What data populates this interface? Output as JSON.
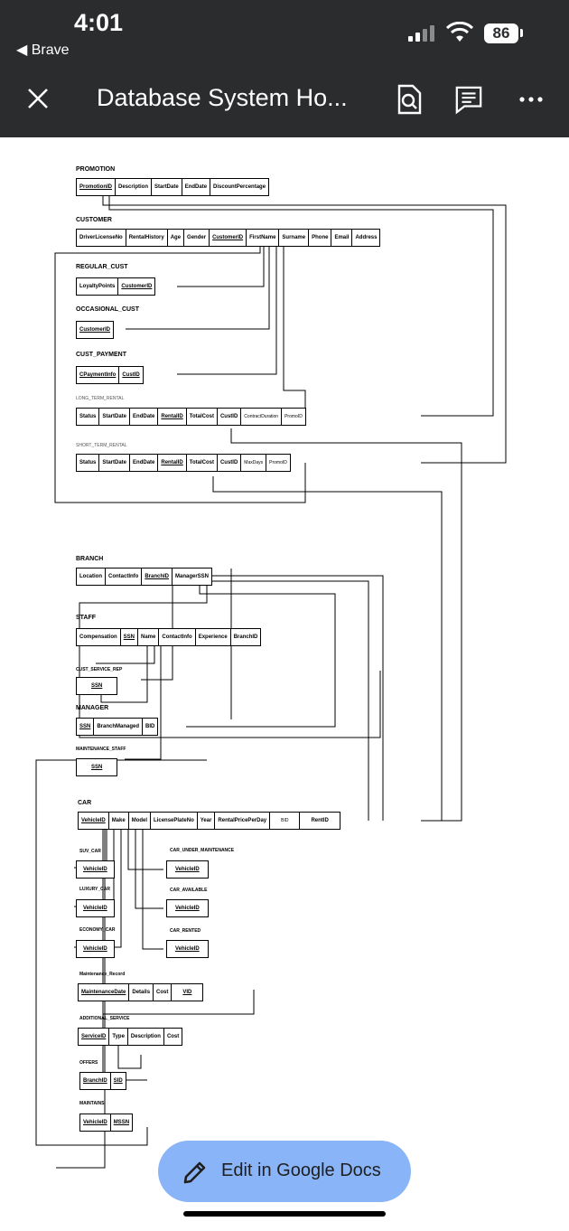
{
  "status": {
    "time": "4:01",
    "back_app": "◀ Brave",
    "battery": "86"
  },
  "toolbar": {
    "title": "Database System Ho..."
  },
  "icons": {
    "close": "close-icon",
    "find": "find-in-page-icon",
    "comments": "comment-icon",
    "more": "more-vert-icon",
    "edit": "pencil-icon"
  },
  "diagram": {
    "promotion": {
      "title": "PROMOTION",
      "cols": [
        "PromotionID",
        "Description",
        "StartDate",
        "EndDate",
        "DiscountPercentage"
      ]
    },
    "customer": {
      "title": "CUSTOMER",
      "cols": [
        "DriverLicenseNo",
        "RentalHistory",
        "Age",
        "Gender",
        "CustomerID",
        "FirstName",
        "Surname",
        "Phone",
        "Email",
        "Address"
      ]
    },
    "regular_cust": {
      "title": "REGULAR_CUST",
      "cols": [
        "LoyaltyPoints",
        "CustomerID"
      ]
    },
    "occasional_cust": {
      "title": "OCCASIONAL_CUST",
      "cols": [
        "CustomerID"
      ]
    },
    "cust_payment": {
      "title": "CUST_PAYMENT",
      "cols": [
        "CPaymentInfo",
        "CustID"
      ]
    },
    "long_term": {
      "title": "LONG_TERM_RENTAL",
      "cols": [
        "Status",
        "StartDate",
        "EndDate",
        "RentalID",
        "TotalCost",
        "CustID",
        "ContractDuration",
        "PromoID"
      ]
    },
    "short_term": {
      "title": "SHORT_TERM_RENTAL",
      "cols": [
        "Status",
        "StartDate",
        "EndDate",
        "RentalID",
        "TotalCost",
        "CustID",
        "MaxDays",
        "PromoID"
      ]
    },
    "branch": {
      "title": "BRANCH",
      "cols": [
        "Location",
        "ContactInfo",
        "BranchID",
        "ManagerSSN"
      ]
    },
    "staff": {
      "title": "STAFF",
      "cols": [
        "Compensation",
        "SSN",
        "Name",
        "ContactInfo",
        "Experience",
        "BranchID"
      ]
    },
    "cust_service": {
      "title": "CUST_SERVICE_REP",
      "cols": [
        "SSN"
      ]
    },
    "manager": {
      "title": "MANAGER",
      "cols": [
        "SSN",
        "BranchManaged",
        "BID"
      ]
    },
    "maint_staff": {
      "title": "MAINTENANCE_STAFF",
      "cols": [
        "SSN"
      ]
    },
    "car": {
      "title": "CAR",
      "cols": [
        "VehicleID",
        "Make",
        "Model",
        "LicensePlateNo",
        "Year",
        "RentalPricePerDay",
        "BID",
        "RentID"
      ]
    },
    "suv": {
      "title": "SUV_CAR",
      "cols": [
        "VehicleID"
      ]
    },
    "luxury": {
      "title": "LUXURY_CAR",
      "cols": [
        "VehicleID"
      ]
    },
    "economy": {
      "title": "ECONOMY_CAR",
      "cols": [
        "VehicleID"
      ]
    },
    "under_maint": {
      "title": "CAR_UNDER_MAINTENANCE",
      "cols": [
        "VehicleID"
      ]
    },
    "available": {
      "title": "CAR_AVAILABLE",
      "cols": [
        "VehicleID"
      ]
    },
    "rented": {
      "title": "CAR_RENTED",
      "cols": [
        "VehicleID"
      ]
    },
    "maint_record": {
      "title": "Maintenance_Record",
      "cols": [
        "MaintenanceDate",
        "Details",
        "Cost",
        "VID"
      ]
    },
    "add_service": {
      "title": "ADDITIONAL_SERVICE",
      "cols": [
        "ServiceID",
        "Type",
        "Description",
        "Cost"
      ]
    },
    "offers": {
      "title": "OFFERS",
      "cols": [
        "BranchID",
        "SID"
      ]
    },
    "maintains": {
      "title": "MAINTAINS",
      "cols": [
        "VehicleID",
        "MSSN"
      ]
    }
  },
  "fab": {
    "label": "Edit in Google Docs"
  }
}
